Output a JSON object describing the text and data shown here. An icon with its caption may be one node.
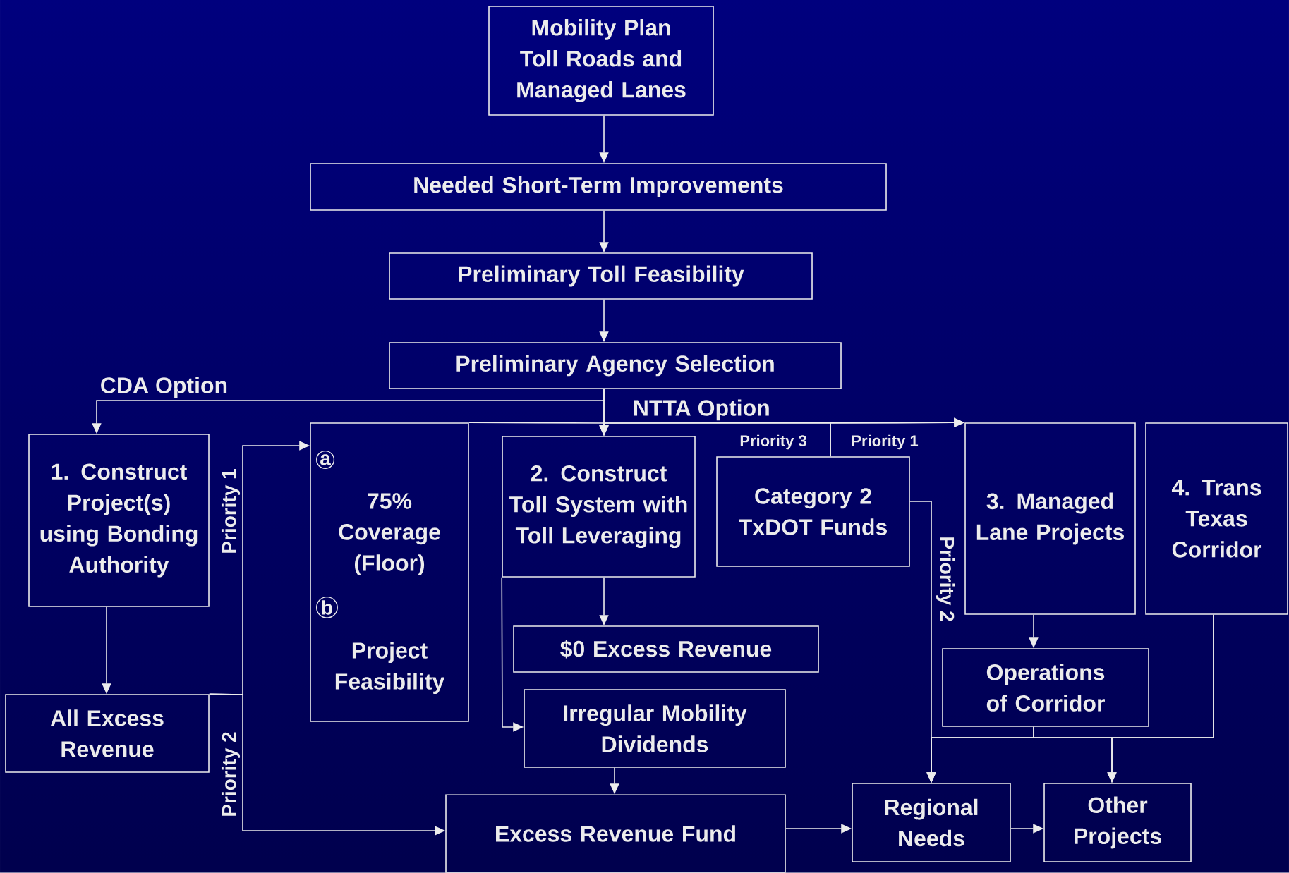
{
  "diagram": {
    "nodes": [
      {
        "text": [
          "Mobility Plan Toll Roads and Managed Lanes"
        ]
      },
      {
        "text": [
          "Needed Short-Term Improvements"
        ]
      },
      {
        "text": [
          "Preliminary Toll Feasibility"
        ]
      },
      {
        "text": [
          "Preliminary Agency Selection"
        ]
      },
      {
        "text": [
          "1. Construct Project(s) using Bonding Authority"
        ]
      },
      {
        "text": [
          "a",
          "75% Coverage (Floor)",
          "b",
          "Project Feasibility"
        ]
      },
      {
        "text": [
          "2. Construct Toll System with Toll Leveraging"
        ]
      },
      {
        "text": [
          "Category 2 TxDOT Funds"
        ]
      },
      {
        "text": [
          "3. Managed Lane Projects"
        ]
      },
      {
        "text": [
          "4. Trans Texas Corridor"
        ]
      },
      {
        "text": [
          "All Excess Revenue"
        ]
      },
      {
        "text": [
          "$0 Excess Revenue"
        ]
      },
      {
        "text": [
          "Irregular Mobility Dividends"
        ]
      },
      {
        "text": [
          "Operations of Corridor"
        ]
      },
      {
        "text": [
          "Excess Revenue Fund"
        ]
      },
      {
        "text": [
          "Regional Needs"
        ]
      },
      {
        "text": [
          "Other Projects"
        ]
      }
    ],
    "edges": [
      {
        "from": 0,
        "to": 1,
        "arrow": "to"
      },
      {
        "from": 1,
        "to": 2,
        "arrow": "to"
      },
      {
        "from": 2,
        "to": 3,
        "arrow": "to"
      },
      {
        "from": 3,
        "to": 4,
        "arrow": "to",
        "label": "CDA Option"
      },
      {
        "from": 3,
        "to": 6,
        "arrow": "to"
      },
      {
        "from": 3,
        "to": 8,
        "arrow": "to",
        "label": "NTTA Option"
      },
      {
        "from": 5,
        "to": 6,
        "arrow": "to"
      },
      {
        "from": 7,
        "to": 6,
        "arrow": "to",
        "label": "Priority 3"
      },
      {
        "from": 7,
        "to": 8,
        "arrow": "to",
        "label": "Priority 1"
      },
      {
        "from": 4,
        "to": 10,
        "arrow": "to"
      },
      {
        "from": 10,
        "to": 5,
        "arrow": "to",
        "label": "Priority 1"
      },
      {
        "from": 10,
        "to": 14,
        "arrow": "to",
        "label": "Priority 2"
      },
      {
        "from": 6,
        "to": 11,
        "arrow": "to"
      },
      {
        "from": 6,
        "to": 12,
        "arrow": "to"
      },
      {
        "from": 12,
        "to": 14,
        "arrow": "to"
      },
      {
        "from": 14,
        "to": 15,
        "arrow": "to"
      },
      {
        "from": 7,
        "to": 15,
        "arrow": "to",
        "label": "Priority 2"
      },
      {
        "from": 8,
        "to": 13,
        "arrow": "to"
      },
      {
        "from": 13,
        "to": 15,
        "arrow": "to"
      },
      {
        "from": 13,
        "to": 16,
        "arrow": "to"
      },
      {
        "from": 9,
        "to": 15,
        "arrow": "to"
      },
      {
        "from": 9,
        "to": 16,
        "arrow": "to"
      },
      {
        "from": 15,
        "to": 16,
        "arrow": "to"
      }
    ]
  }
}
